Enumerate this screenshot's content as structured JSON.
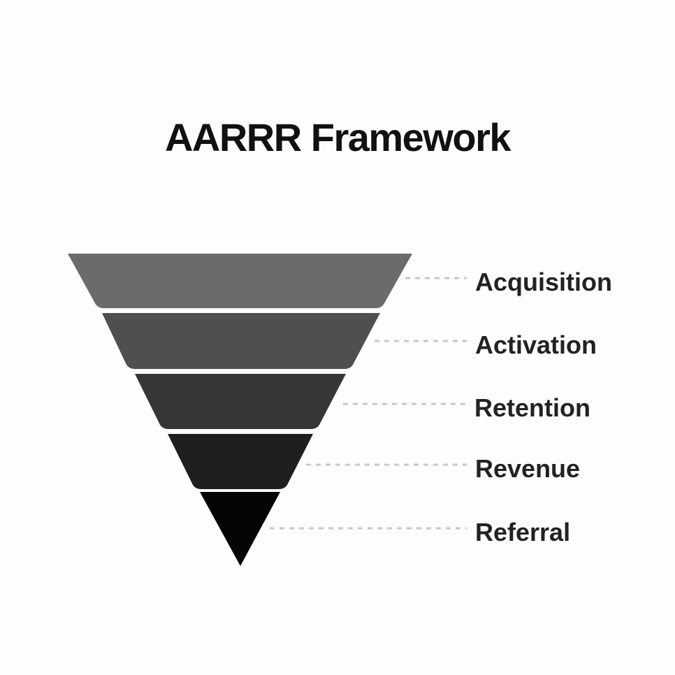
{
  "title": "AARRR Framework",
  "stages": [
    {
      "label": "Acquisition",
      "color": "#6b6b6b"
    },
    {
      "label": "Activation",
      "color": "#4f4f4f"
    },
    {
      "label": "Retention",
      "color": "#363636"
    },
    {
      "label": "Revenue",
      "color": "#1f1f1f"
    },
    {
      "label": "Referral",
      "color": "#050505"
    }
  ]
}
